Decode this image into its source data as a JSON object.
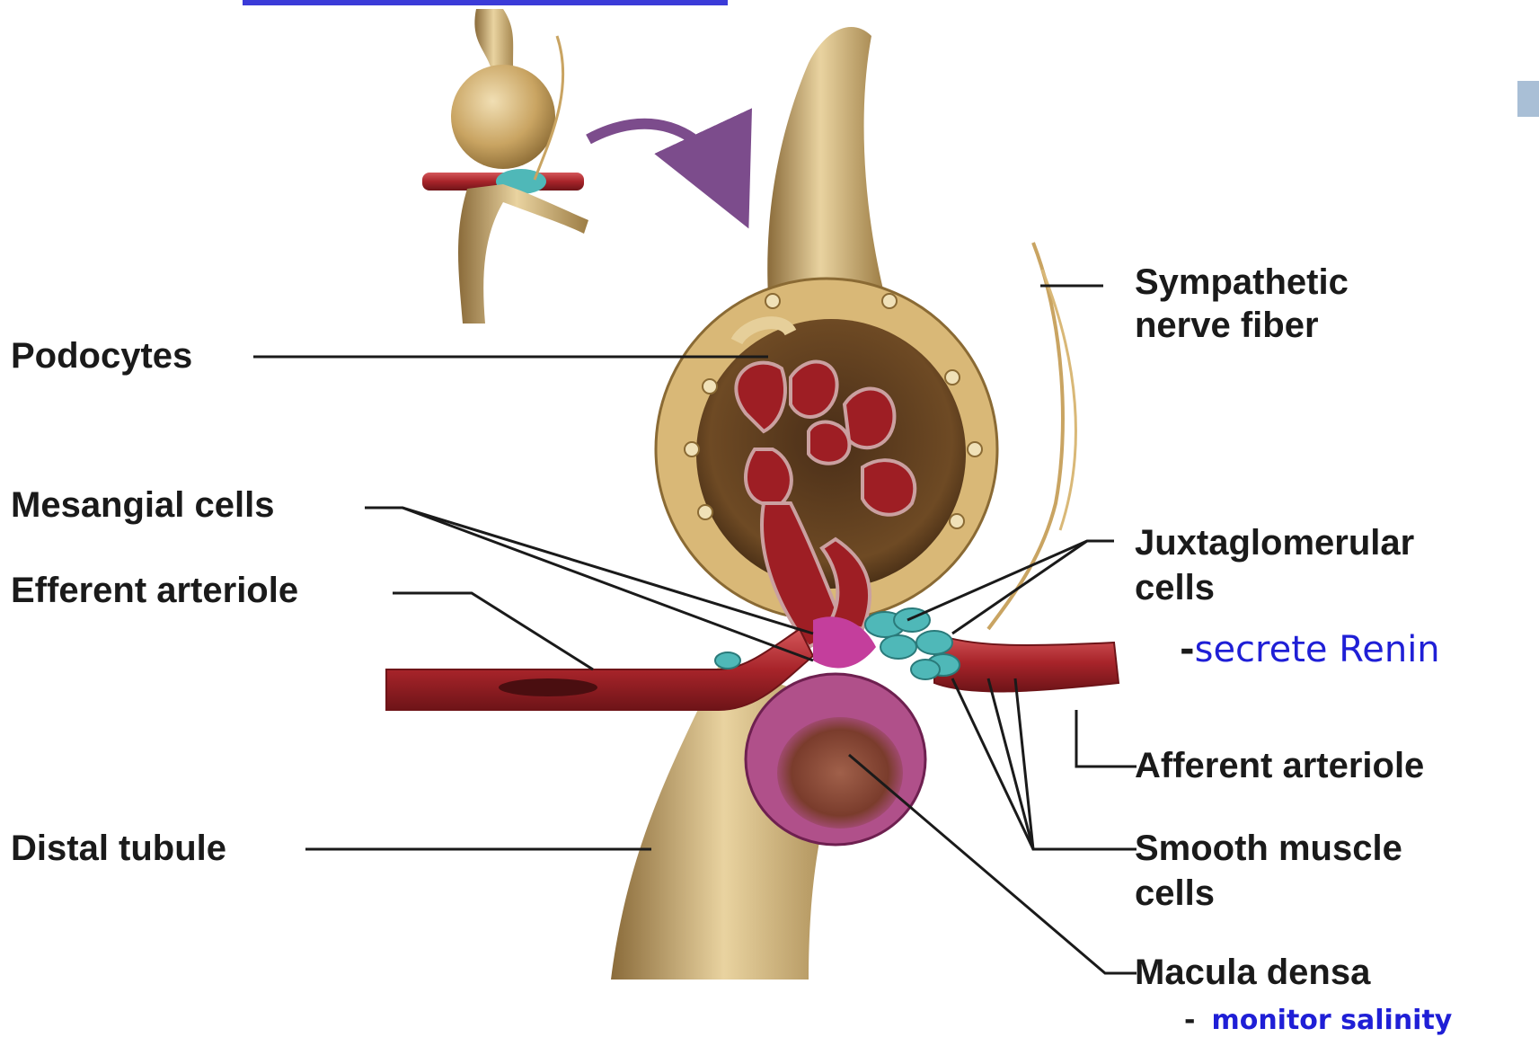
{
  "labels": {
    "podocytes": "Podocytes",
    "mesangial": "Mesangial cells",
    "efferent": "Efferent arteriole",
    "distal": "Distal tubule",
    "sympathetic_line1": "Sympathetic",
    "sympathetic_line2": "nerve fiber",
    "jg_line1": "Juxtaglomerular",
    "jg_line2": "cells",
    "afferent": "Afferent arteriole",
    "smooth_line1": "Smooth muscle",
    "smooth_line2": "cells",
    "macula": "Macula densa"
  },
  "notes": {
    "renin_dash": "-",
    "renin": "secrete Renin",
    "salinity_dash": "-",
    "salinity": "monitor salinity"
  },
  "colors": {
    "note_text": "#1f1fd6",
    "arteriole": "#a8242a",
    "jg_cells": "#4fb8b8",
    "tubule": "#c9a86a",
    "macula": "#b0508a"
  }
}
